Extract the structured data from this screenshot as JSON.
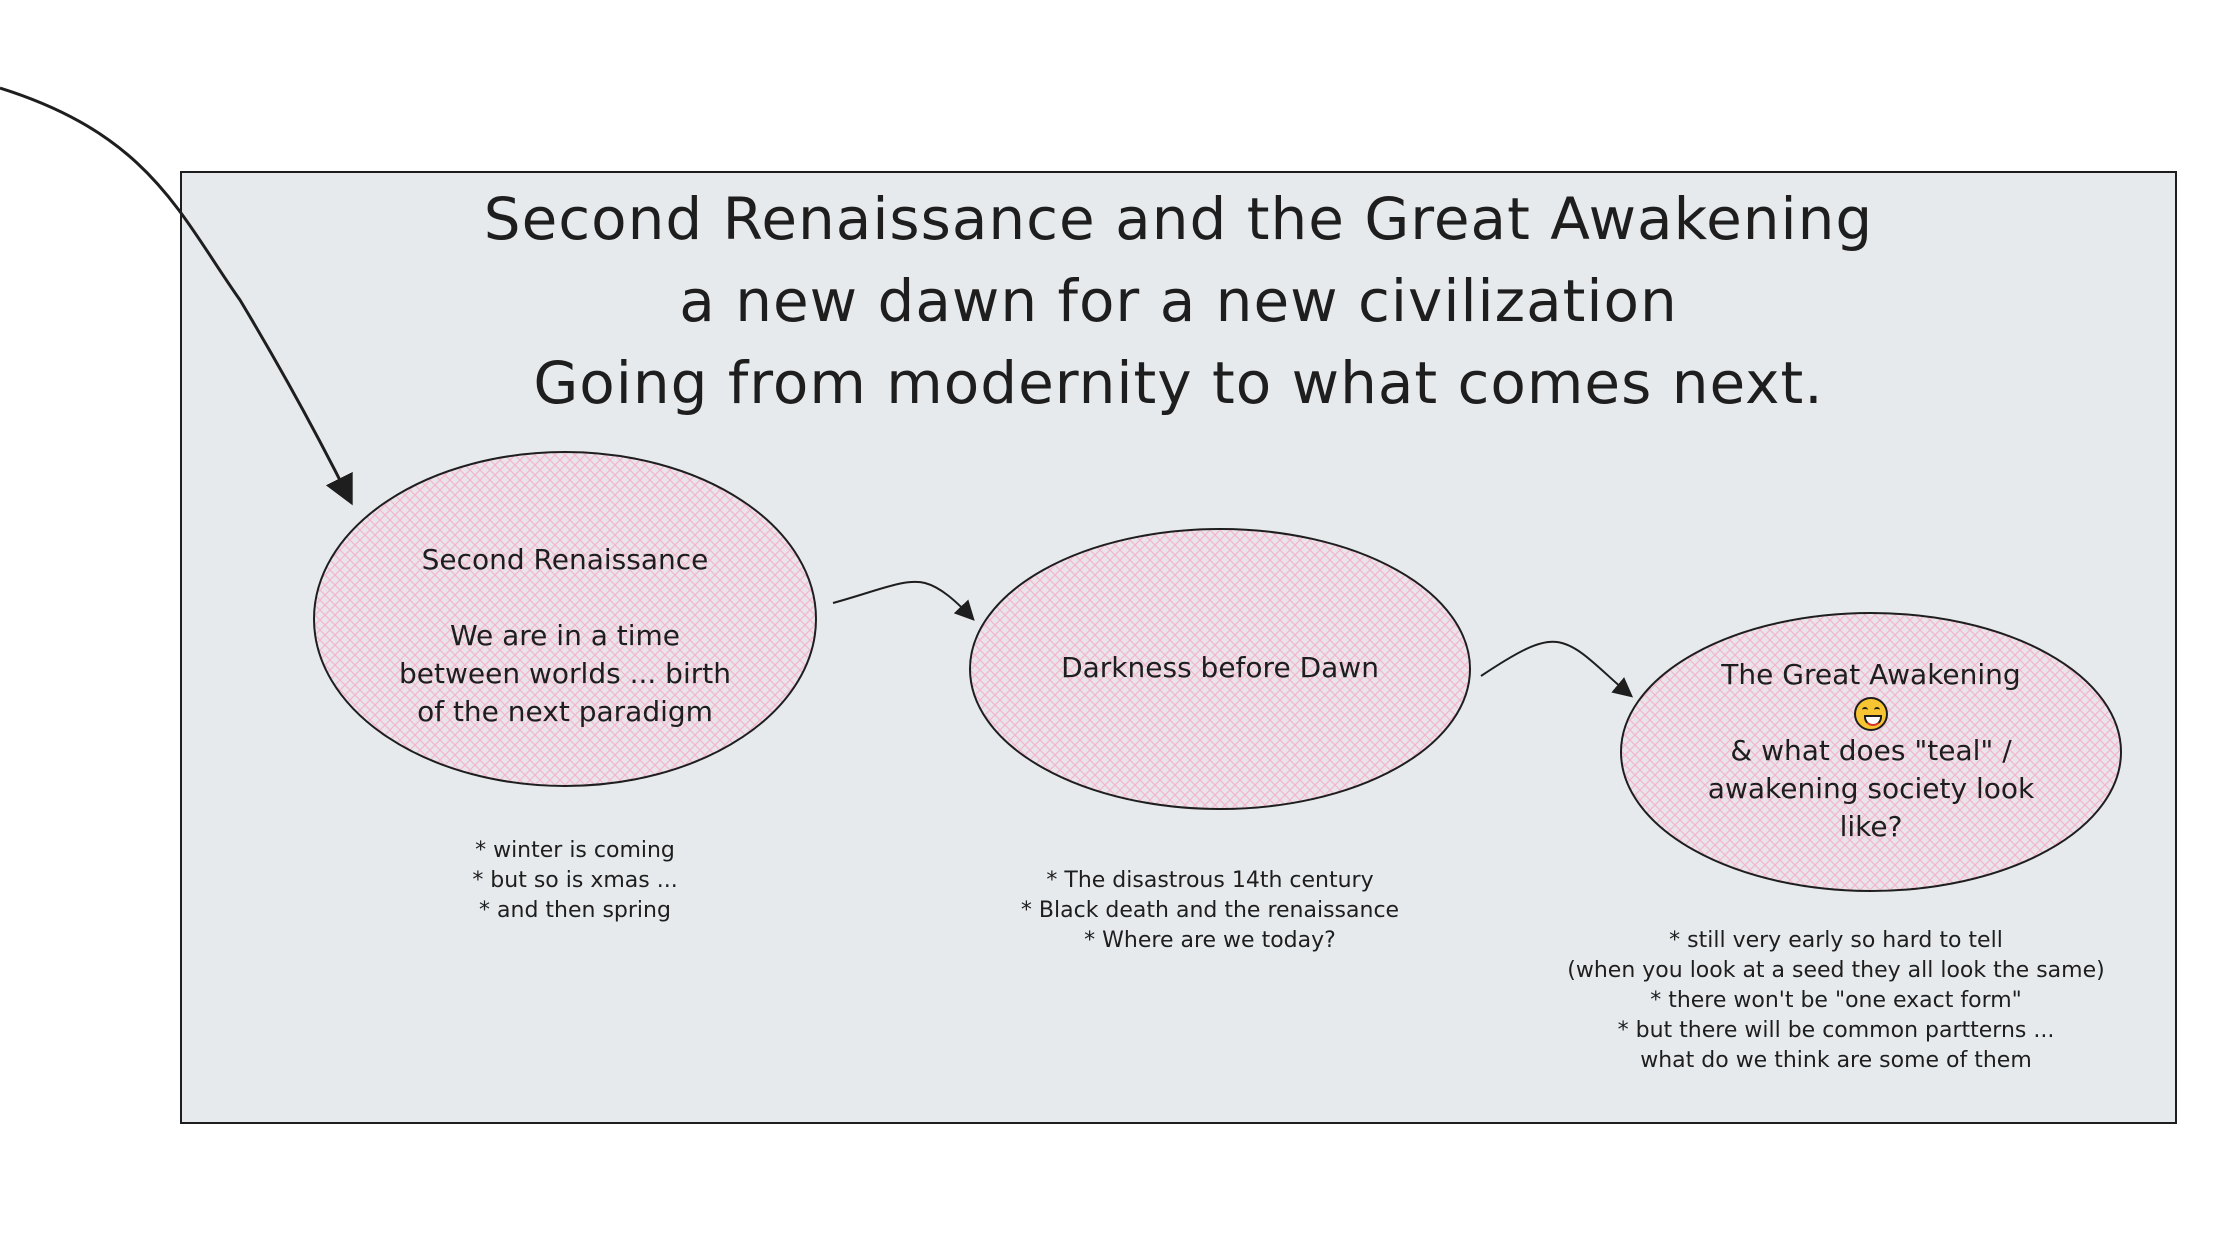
{
  "diagram": {
    "title_lines": [
      "Second Renaissance and the Great Awakening",
      "a new dawn for a new civilization",
      "Going from modernity to what comes next."
    ],
    "nodes": [
      {
        "heading": "Second Renaissance",
        "body_lines": [
          "We are in a time",
          "between worlds ... birth",
          "of the next paradigm"
        ],
        "notes": [
          "* winter is coming",
          "* but so is xmas ...",
          "* and then spring"
        ]
      },
      {
        "heading": "Darkness before Dawn",
        "body_lines": [],
        "notes": [
          "* The disastrous 14th century",
          "* Black death and the renaissance",
          "* Where are we today?"
        ]
      },
      {
        "heading": "The Great Awakening",
        "emoji": "grinning-face-icon",
        "body_lines": [
          "& what does \"teal\" /",
          "awakening society look",
          "like?"
        ],
        "notes": [
          "* still very early so hard to tell",
          "(when you look at a seed they all look the same)",
          "* there won't be \"one exact form\"",
          "* but there will be common partterns ...",
          "what do we think are some of them"
        ]
      }
    ],
    "colors": {
      "frame_background": "#e7eaed",
      "stroke": "#1e1e1e",
      "node_hatch": "#f4b5cd",
      "canvas": "#ffffff"
    }
  }
}
